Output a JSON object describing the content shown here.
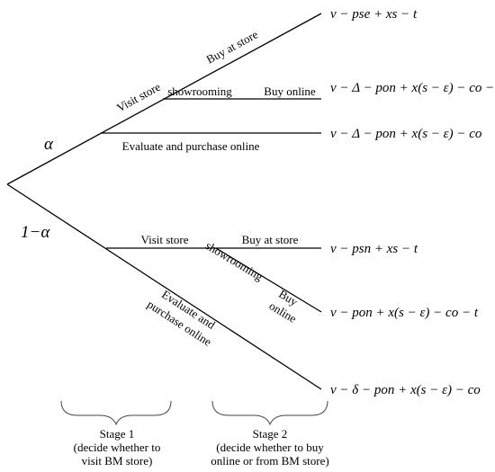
{
  "branches": {
    "alpha": "α",
    "one_minus_alpha": "1−α"
  },
  "labels": {
    "visit_store_upper": "Visit store",
    "buy_at_store_upper": "Buy at store",
    "showrooming_upper": "showrooming",
    "buy_online_upper": "Buy online",
    "evaluate_online_upper": "Evaluate and purchase online",
    "visit_store_lower": "Visit store",
    "buy_at_store_lower": "Buy at store",
    "showrooming_lower": "showrooming",
    "buy_online_lower_1": "Buy",
    "buy_online_lower_2": "online",
    "evaluate_lower_1": "Evaluate and",
    "evaluate_lower_2": "purchase online"
  },
  "payoffs": [
    "v − pse + xs − t",
    "v − Δ − pon + x(s − ε) − co − t",
    "v − Δ − pon + x(s − ε) − co",
    "v − psn + xs − t",
    "v − pon + x(s − ε) − co − t",
    "v − δ − pon + x(s − ε) − co"
  ],
  "stages": {
    "stage1_title": "Stage 1",
    "stage1_line1": "(decide whether to",
    "stage1_line2": "visit BM store)",
    "stage2_title": "Stage 2",
    "stage2_line1": "(decide whether to buy",
    "stage2_line2": "online or from BM store)"
  }
}
